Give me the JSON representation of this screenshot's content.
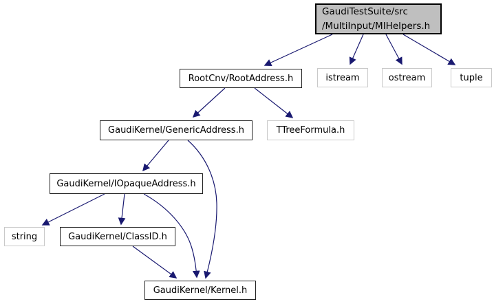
{
  "graph": {
    "kind": "include-dependency-graph",
    "colors": {
      "background": "#ffffff",
      "edge": "#191970",
      "main_node_fill": "#bfbfbf",
      "main_node_border": "#000000",
      "project_node_border": "#222222",
      "project_node_fill": "#ffffff",
      "external_node_border": "#c9c9c9",
      "text": "#000000"
    },
    "nodes": {
      "mihelpers": {
        "label": "GaudiTestSuite/src\n/MultiInput/MIHelpers.h",
        "type": "main"
      },
      "rootaddress": {
        "label": "RootCnv/RootAddress.h",
        "type": "project"
      },
      "istream": {
        "label": "istream",
        "type": "external"
      },
      "ostream": {
        "label": "ostream",
        "type": "external"
      },
      "tuple": {
        "label": "tuple",
        "type": "external"
      },
      "genericaddress": {
        "label": "GaudiKernel/GenericAddress.h",
        "type": "project"
      },
      "ttreeformula": {
        "label": "TTreeFormula.h",
        "type": "external"
      },
      "iopaqueaddress": {
        "label": "GaudiKernel/IOpaqueAddress.h",
        "type": "project"
      },
      "string": {
        "label": "string",
        "type": "external"
      },
      "classid": {
        "label": "GaudiKernel/ClassID.h",
        "type": "project"
      },
      "kernel": {
        "label": "GaudiKernel/Kernel.h",
        "type": "project"
      }
    },
    "edges": [
      {
        "from": "mihelpers",
        "to": "rootaddress"
      },
      {
        "from": "mihelpers",
        "to": "istream"
      },
      {
        "from": "mihelpers",
        "to": "ostream"
      },
      {
        "from": "mihelpers",
        "to": "tuple"
      },
      {
        "from": "rootaddress",
        "to": "genericaddress"
      },
      {
        "from": "rootaddress",
        "to": "ttreeformula"
      },
      {
        "from": "genericaddress",
        "to": "iopaqueaddress"
      },
      {
        "from": "genericaddress",
        "to": "kernel"
      },
      {
        "from": "iopaqueaddress",
        "to": "string"
      },
      {
        "from": "iopaqueaddress",
        "to": "classid"
      },
      {
        "from": "iopaqueaddress",
        "to": "kernel"
      },
      {
        "from": "classid",
        "to": "kernel"
      }
    ]
  }
}
